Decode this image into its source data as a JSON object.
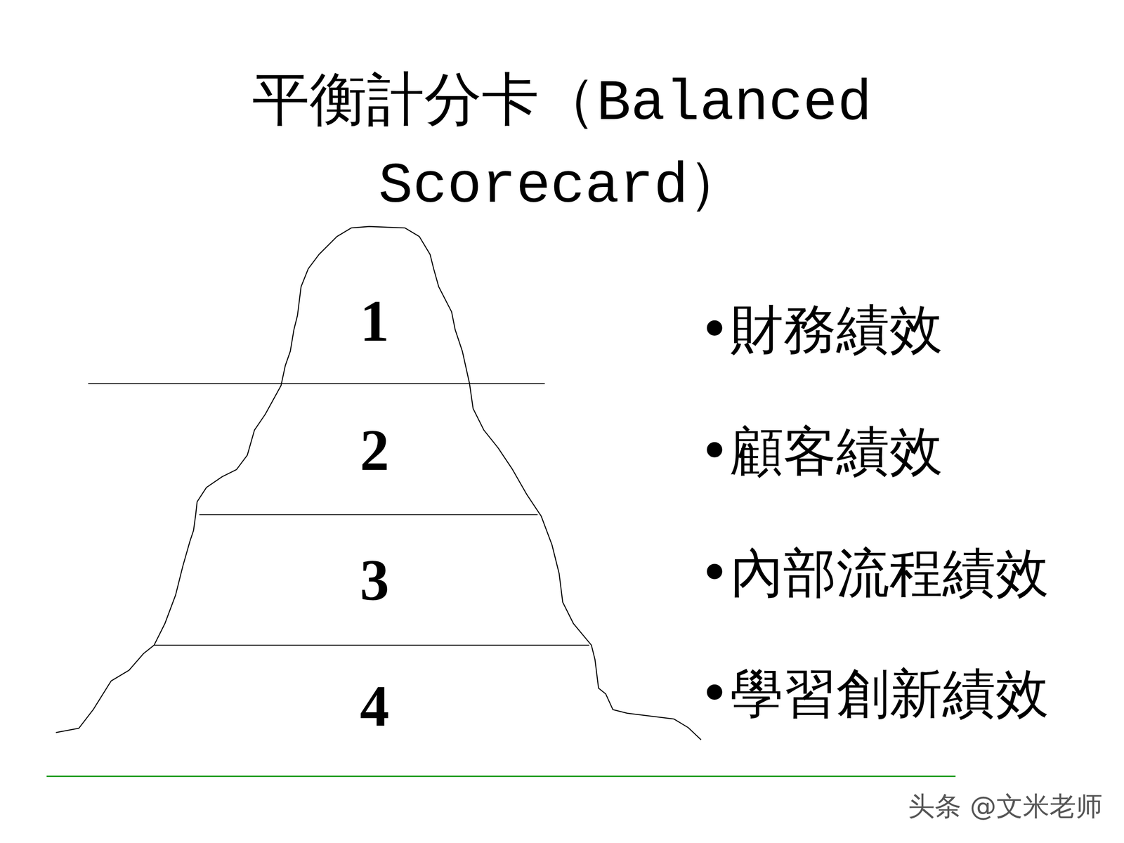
{
  "diagram": {
    "title": "平衡計分卡（Balanced Scorecard）",
    "nodes": [
      {
        "text": [
          "1"
        ]
      },
      {
        "text": [
          "2"
        ]
      },
      {
        "text": [
          "3"
        ]
      },
      {
        "text": [
          "4"
        ]
      }
    ],
    "labels": [
      "•財務績效",
      "•顧客績效",
      "•內部流程績效",
      "•學習創新績效",
      "头条 @文米老师"
    ]
  }
}
